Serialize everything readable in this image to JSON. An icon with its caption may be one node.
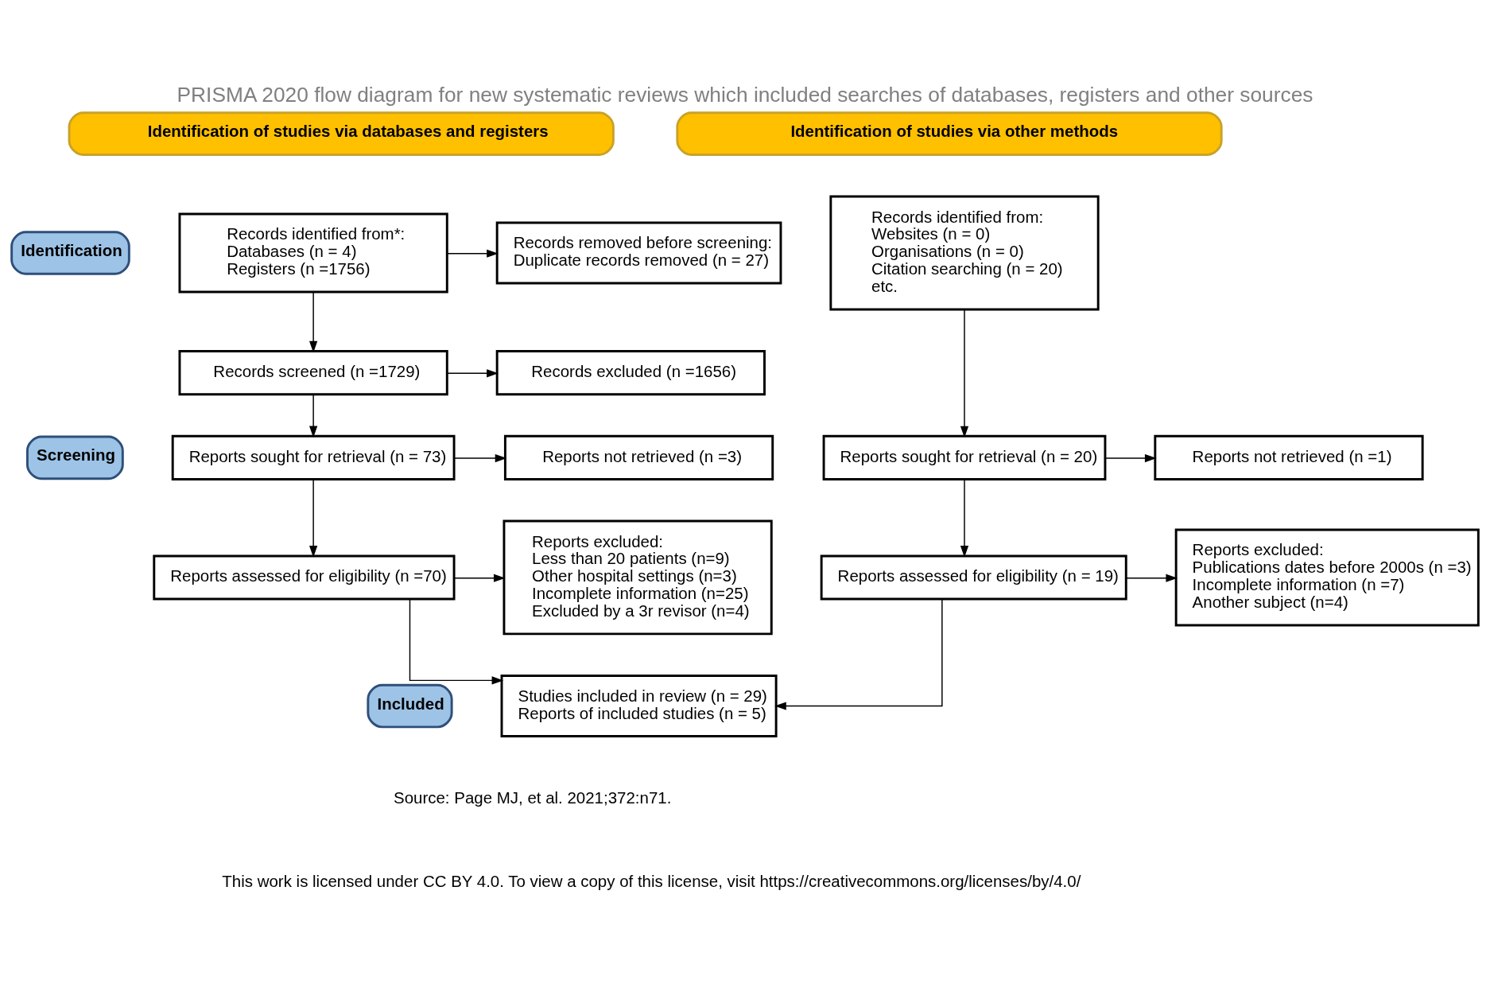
{
  "diagram": {
    "title": "PRISMA 2020 flow diagram for new systematic reviews which included searches of databases, registers and other sources",
    "nodes": [
      {
        "text": [
          "Identification of studies via databases and registers"
        ]
      },
      {
        "text": [
          "Identification of studies via other methods"
        ]
      },
      {
        "text": [
          "Identification"
        ]
      },
      {
        "text": [
          "Screening"
        ]
      },
      {
        "text": [
          "Included"
        ]
      },
      {
        "text": [
          "Records identified from*:",
          "Databases (n = 4)",
          "Registers (n =1756)"
        ]
      },
      {
        "text": [
          "Records removed before screening:",
          "Duplicate records removed (n = 27)"
        ]
      },
      {
        "text": [
          "Records identified from:",
          "Websites (n = 0)",
          "Organisations (n = 0)",
          "Citation searching (n = 20)",
          "etc."
        ]
      },
      {
        "text": [
          "Records screened (n =1729)"
        ]
      },
      {
        "text": [
          "Records excluded (n =1656)"
        ]
      },
      {
        "text": [
          "Reports sought for retrieval (n = 73)"
        ]
      },
      {
        "text": [
          "Reports not retrieved (n =3)"
        ]
      },
      {
        "text": [
          "Reports assessed for eligibility (n =70)"
        ]
      },
      {
        "text": [
          "Reports excluded:",
          "Less than 20 patients (n=9)",
          "Other hospital settings (n=3)",
          "Incomplete information (n=25)",
          "Excluded by a 3r revisor (n=4)"
        ]
      },
      {
        "text": [
          "Reports sought for retrieval (n = 20)"
        ]
      },
      {
        "text": [
          "Reports not retrieved (n =1)"
        ]
      },
      {
        "text": [
          "Reports assessed for eligibility (n = 19)"
        ]
      },
      {
        "text": [
          "Reports excluded:",
          "Publications dates before 2000s (n =3)",
          "Incomplete information (n =7)",
          "Another subject (n=4)"
        ]
      },
      {
        "text": [
          "Studies included in review (n = 29)",
          "Reports of included studies (n = 5)"
        ]
      }
    ],
    "edges": [
      {
        "from": 5,
        "to": 6,
        "arrow": "to"
      },
      {
        "from": 5,
        "to": 8,
        "arrow": "to"
      },
      {
        "from": 8,
        "to": 9,
        "arrow": "to"
      },
      {
        "from": 8,
        "to": 10,
        "arrow": "to"
      },
      {
        "from": 10,
        "to": 11,
        "arrow": "to"
      },
      {
        "from": 10,
        "to": 12,
        "arrow": "to"
      },
      {
        "from": 12,
        "to": 13,
        "arrow": "to"
      },
      {
        "from": 12,
        "to": 18,
        "arrow": "to"
      },
      {
        "from": 7,
        "to": 14,
        "arrow": "to"
      },
      {
        "from": 14,
        "to": 15,
        "arrow": "to"
      },
      {
        "from": 14,
        "to": 16,
        "arrow": "to"
      },
      {
        "from": 16,
        "to": 17,
        "arrow": "to"
      },
      {
        "from": 16,
        "to": 18,
        "arrow": "to"
      }
    ],
    "labels": [
      "Source: Page MJ, et al. 2021;372:n71.",
      "This work is licensed under CC BY 4.0. To view a copy of this license, visit https://creativecommons.org/licenses/by/4.0/"
    ]
  }
}
